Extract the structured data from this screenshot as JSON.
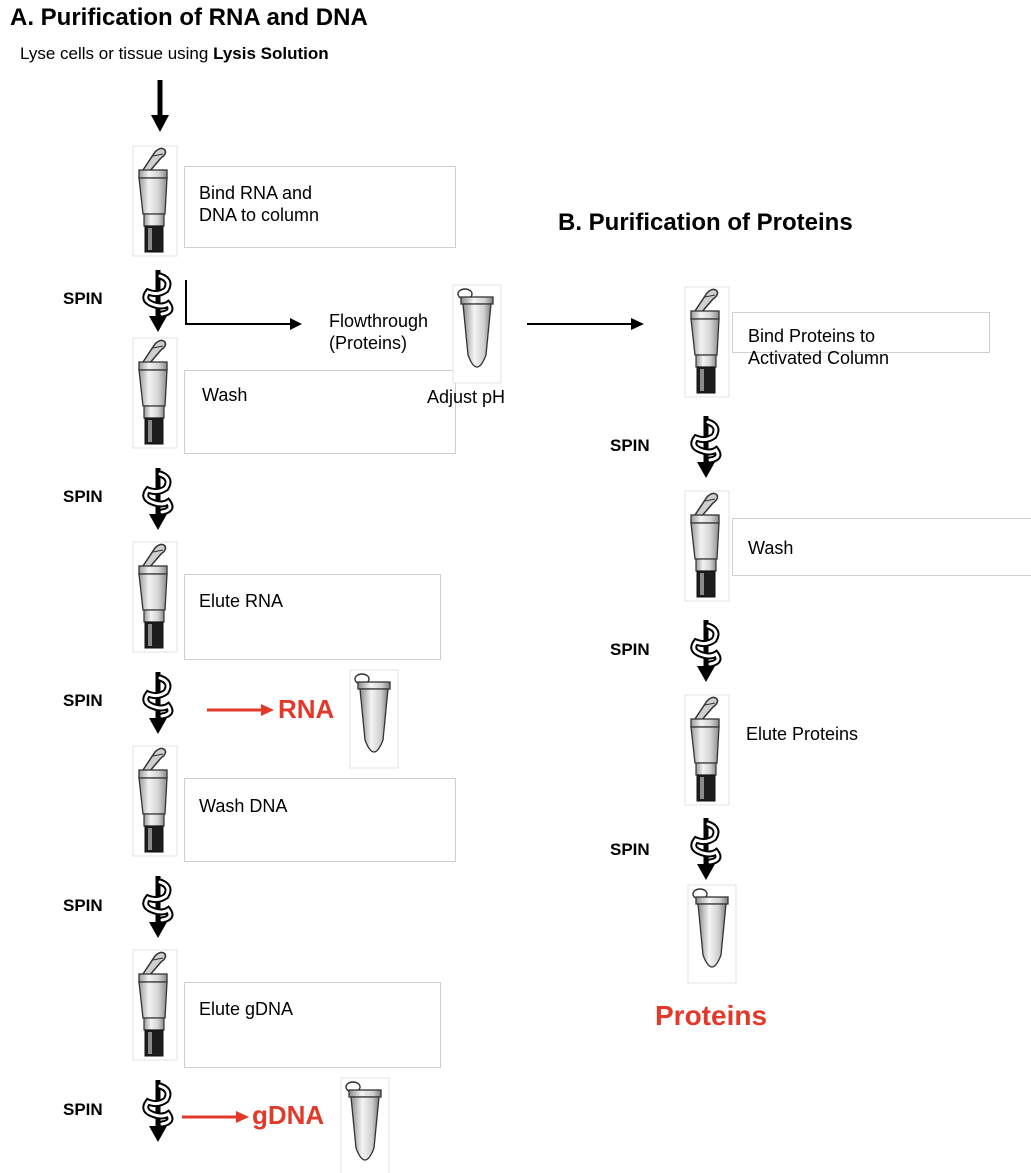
{
  "section_a": {
    "title": "A.  Purification of RNA and DNA",
    "instruction_prefix": "Lyse cells or tissue using ",
    "instruction_bold": "Lysis Solution"
  },
  "section_b": {
    "title": "B.  Purification of Proteins"
  },
  "spin_label": "SPIN",
  "steps_a": [
    "Bind RNA and\nDNA to column",
    "Wash",
    "Elute RNA",
    "Wash DNA",
    "Elute gDNA"
  ],
  "steps_b": [
    "Bind Proteins to\nActivated Column",
    "Wash",
    "Elute Proteins"
  ],
  "flowthrough_label": "Flowthrough\n(Proteins)",
  "adjust_ph_label": "Adjust pH",
  "outputs": {
    "rna": "RNA",
    "gdna": "gDNA",
    "proteins": "Proteins"
  },
  "colors": {
    "output_red": "#e23a2a",
    "box_border": "#cfcfcf"
  }
}
